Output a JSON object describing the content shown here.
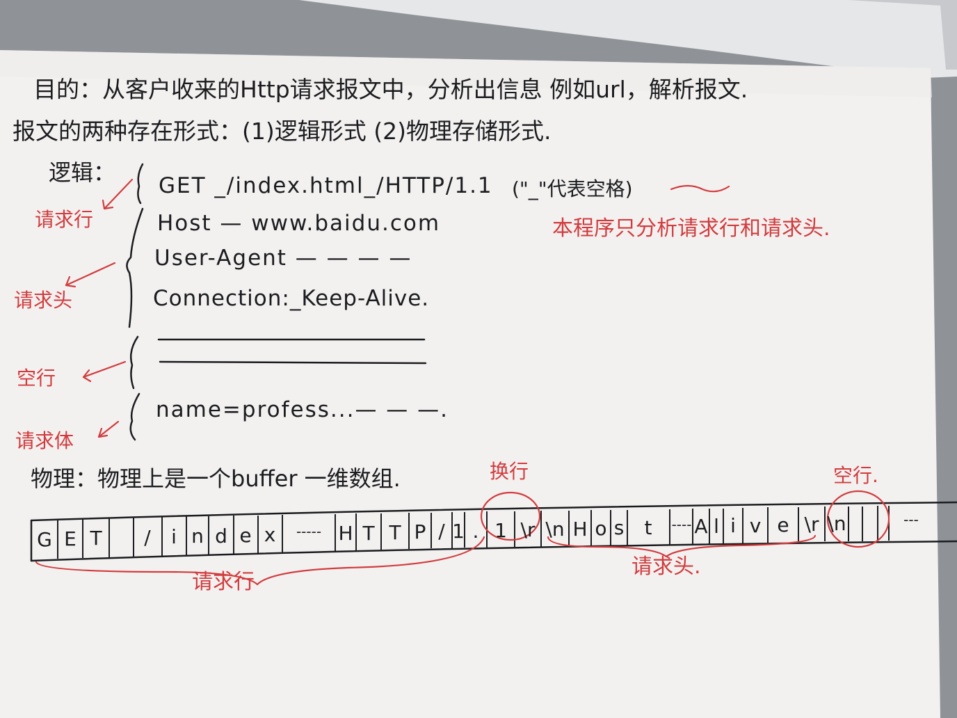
{
  "note": {
    "line1": "目的：从客户收来的Http请求报文中，分析出信息 例如url，解析报文.",
    "line2": "报文的两种存在形式：(1)逻辑形式 (2)物理存储形式.",
    "logic_heading": "逻辑：",
    "request_line": "GET _/index.html_/HTTP/1.1",
    "space_note": "(\"_\"代表空格)",
    "header_host": "Host — www.baidu.com",
    "header_ua": "User-Agent — — — —",
    "header_conn": "Connection:_Keep-Alive.",
    "body_line": "name=profess...— — —.",
    "program_note": "本程序只分析请求行和请求头.",
    "label_request_line": "请求行",
    "label_headers": "请求头",
    "label_blank": "空行",
    "label_body": "请求体",
    "physical_heading": "物理：物理上是一个buffer 一维数组.",
    "label_newline": "换行",
    "label_blank_top": "空行.",
    "label_request_line_bottom": "请求行",
    "label_headers_bottom": "请求头.",
    "buffer_cells": [
      "G",
      "E",
      "T",
      "",
      "/",
      "i",
      "n",
      "d",
      "e",
      "x",
      "-----",
      "H",
      "T",
      "T",
      "P",
      "/",
      "1",
      ".",
      "1",
      "\\r",
      "\\n",
      "H",
      "o",
      "s",
      "t",
      "----",
      "A",
      "l",
      "i",
      "v",
      "e",
      "\\r",
      "\\n",
      "",
      "",
      "",
      "---"
    ]
  },
  "colors": {
    "paper": "#f4f2f1",
    "ink": "#1b1c1f",
    "red_ink": "#d23b3d",
    "desk": "#8c8f93"
  }
}
